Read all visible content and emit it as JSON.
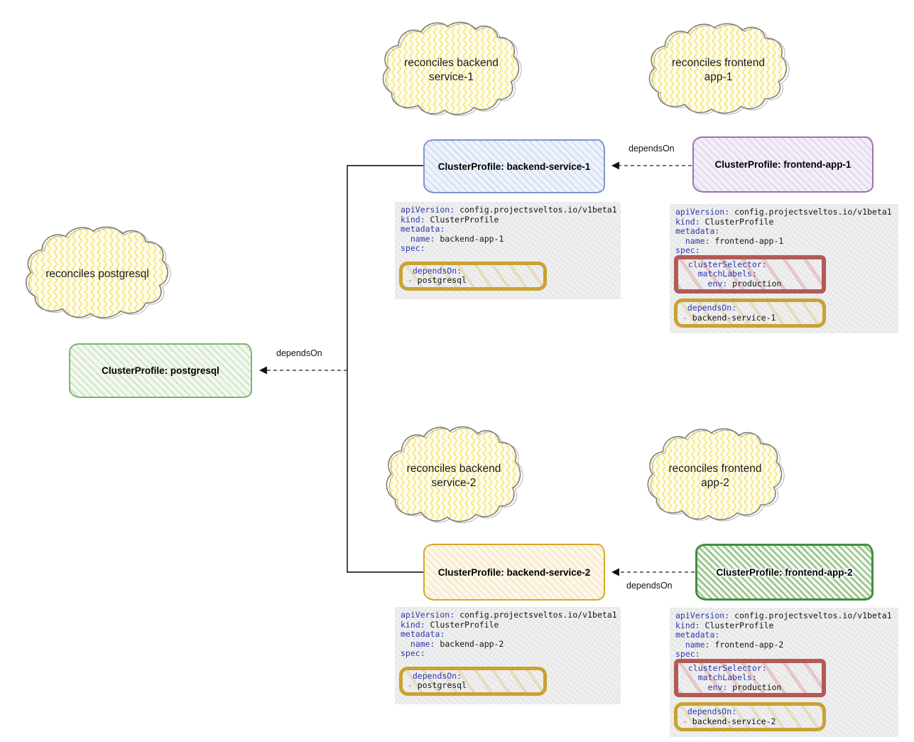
{
  "colors": {
    "backend_service_border": "#7b97cf",
    "frontend_app1_border": "#9d72b5",
    "postgresql_border": "#7cb56b",
    "backend_service2_border": "#d9a626",
    "frontend_app2_border": "#3f8f3c",
    "yaml_key": "#2b3aad",
    "yaml_dash": "#c14f6e",
    "highlight_depends_on": "#c9a232",
    "highlight_cluster_selector": "#b25b55",
    "cloud_fill": "#fffcee",
    "cloud_zigzag": "#f3e66e",
    "cloud_outline": "#7a7a7a"
  },
  "clouds": {
    "backend1": "reconciles backend\nservice-1",
    "frontend1": "reconciles frontend\napp-1",
    "postgresql": "reconciles postgresql",
    "backend2": "reconciles backend\nservice-2",
    "frontend2": "reconciles frontend\napp-2"
  },
  "boxes": {
    "backend1": "ClusterProfile: backend-service-1",
    "frontend1": "ClusterProfile: frontend-app-1",
    "postgresql": "ClusterProfile: postgresql",
    "backend2": "ClusterProfile: backend-service-2",
    "frontend2": "ClusterProfile: frontend-app-2"
  },
  "edge_labels": {
    "top": "dependsOn",
    "middle": "dependsOn",
    "bottom": "dependsOn"
  },
  "yamls": {
    "backend1": {
      "api_key": "apiVersion:",
      "api_value": " config.projectsveltos.io/v1beta1",
      "kind_key": "kind:",
      "kind_value": " ClusterProfile",
      "metadata_key": "metadata:",
      "name_key": "  name:",
      "name_value": " backend-app-1",
      "spec_key": "spec:",
      "depends_key": "  dependsOn:",
      "depends_dash": " - ",
      "depends_value": "postgresql"
    },
    "frontend1": {
      "api_key": "apiVersion:",
      "api_value": " config.projectsveltos.io/v1beta1",
      "kind_key": "kind:",
      "kind_value": " ClusterProfile",
      "metadata_key": "metadata:",
      "name_key": "  name:",
      "name_value": " frontend-app-1",
      "spec_key": "spec:",
      "selector_key": "  clusterSelector:",
      "match_key": "    matchLabels:",
      "env_key": "      env:",
      "env_value": " production",
      "depends_key": "  dependsOn:",
      "depends_dash": " - ",
      "depends_value": "backend-service-1"
    },
    "backend2": {
      "api_key": "apiVersion:",
      "api_value": " config.projectsveltos.io/v1beta1",
      "kind_key": "kind:",
      "kind_value": " ClusterProfile",
      "metadata_key": "metadata:",
      "name_key": "  name:",
      "name_value": " backend-app-2",
      "spec_key": "spec:",
      "depends_key": "  dependsOn:",
      "depends_dash": " - ",
      "depends_value": "postgresql"
    },
    "frontend2": {
      "api_key": "apiVersion:",
      "api_value": " config.projectsveltos.io/v1beta1",
      "kind_key": "kind:",
      "kind_value": " ClusterProfile",
      "metadata_key": "metadata:",
      "name_key": "  name:",
      "name_value": " frontend-app-2",
      "spec_key": "spec:",
      "selector_key": "  clusterSelector:",
      "match_key": "    matchLabels:",
      "env_key": "      env:",
      "env_value": " production",
      "depends_key": "  dependsOn:",
      "depends_dash": " - ",
      "depends_value": "backend-service-2"
    }
  }
}
